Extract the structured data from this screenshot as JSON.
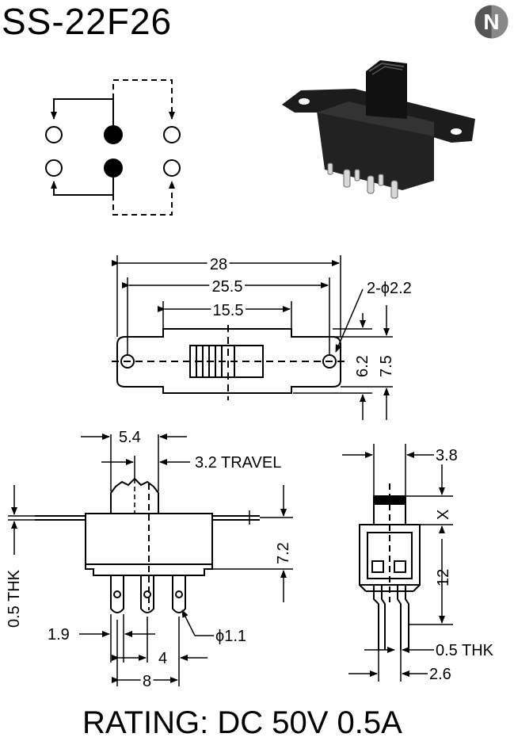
{
  "title": "SS-22F26",
  "rating": "RATING: DC 50V 0.5A",
  "logo_letter": "N",
  "dims": {
    "d28": "28",
    "d25_5": "25.5",
    "d15_5": "15.5",
    "hole": "2-ϕ2.2",
    "d6_2": "6.2",
    "d7_5": "7.5",
    "d5_4": "5.4",
    "travel": "3.2 TRAVEL",
    "thk_left": "0.5 THK",
    "d7_2": "7.2",
    "d1_9": "1.9",
    "pin": "ϕ1.1",
    "d4": "4",
    "d8": "8",
    "d3_8": "3.8",
    "x": "X",
    "d12": "12",
    "thk_right": "0.5 THK",
    "d2_6": "2.6"
  }
}
